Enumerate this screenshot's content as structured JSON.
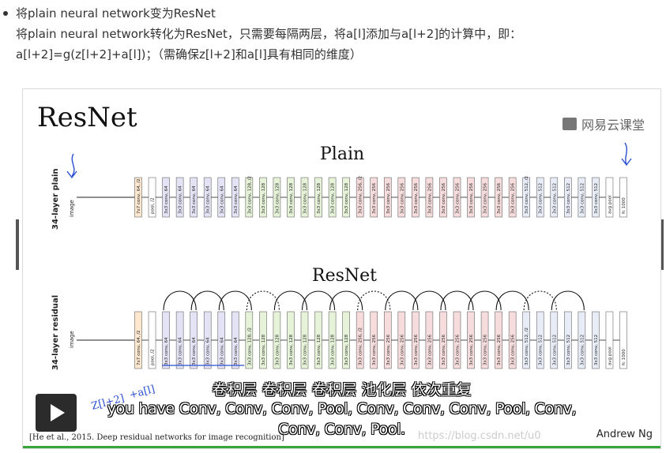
{
  "notes": {
    "bullet": "将plain neural network变为ResNet",
    "line2": "将plain neural network转化为ResNet，只需要每隔两层，将a[l]添加与a[l+2]的计算中，即：",
    "line3": "a[l+2]=g(z[l+2]+a[l])；（需确保z[l+2]和a[l]具有相同的维度）"
  },
  "slide": {
    "title": "ResNet",
    "brand": "网易云课堂",
    "plain_title": "Plain",
    "resnet_title": "ResNet",
    "plain_side_label": "34-layer plain",
    "resnet_side_label": "34-layer residual",
    "image_label": "image",
    "layers": [
      "7x7 conv, 64, /2",
      "pool, /2",
      "3x3 conv, 64",
      "3x3 conv, 64",
      "3x3 conv, 64",
      "3x3 conv, 64",
      "3x3 conv, 64",
      "3x3 conv, 64",
      "3x3 conv, 128, /2",
      "3x3 conv, 128",
      "3x3 conv, 128",
      "3x3 conv, 128",
      "3x3 conv, 128",
      "3x3 conv, 128",
      "3x3 conv, 128",
      "3x3 conv, 128",
      "3x3 conv, 256, /2",
      "3x3 conv, 256",
      "3x3 conv, 256",
      "3x3 conv, 256",
      "3x3 conv, 256",
      "3x3 conv, 256",
      "3x3 conv, 256",
      "3x3 conv, 256",
      "3x3 conv, 256",
      "3x3 conv, 256",
      "3x3 conv, 256",
      "3x3 conv, 256",
      "3x3 conv, 512, /2",
      "3x3 conv, 512",
      "3x3 conv, 512",
      "3x3 conv, 512",
      "3x3 conv, 512",
      "3x3 conv, 512",
      "avg pool",
      "fc 1000"
    ],
    "layer_colors": {
      "c64": "#e3e3f5",
      "c128": "#e6f3d8",
      "c256": "#f6dcdc",
      "c512": "#e8ecf6",
      "first": "#fde7cf",
      "other": "#ffffff"
    },
    "citation": "[He et al., 2015. Deep residual networks for image recognition]",
    "author": "Andrew Ng",
    "watermark": "https://blog.csdn.net/u0"
  },
  "subtitles": {
    "cn": "卷积层 卷积层 卷积层 池化层 依次重复",
    "en1": "you have Conv, Conv, Conv, Pool, Conv, Conv, Conv, Pool, Conv,",
    "en2": "Conv, Conv, Pool."
  },
  "handwriting": {
    "a": "Z[l+2]",
    "b": "+a[l]"
  }
}
